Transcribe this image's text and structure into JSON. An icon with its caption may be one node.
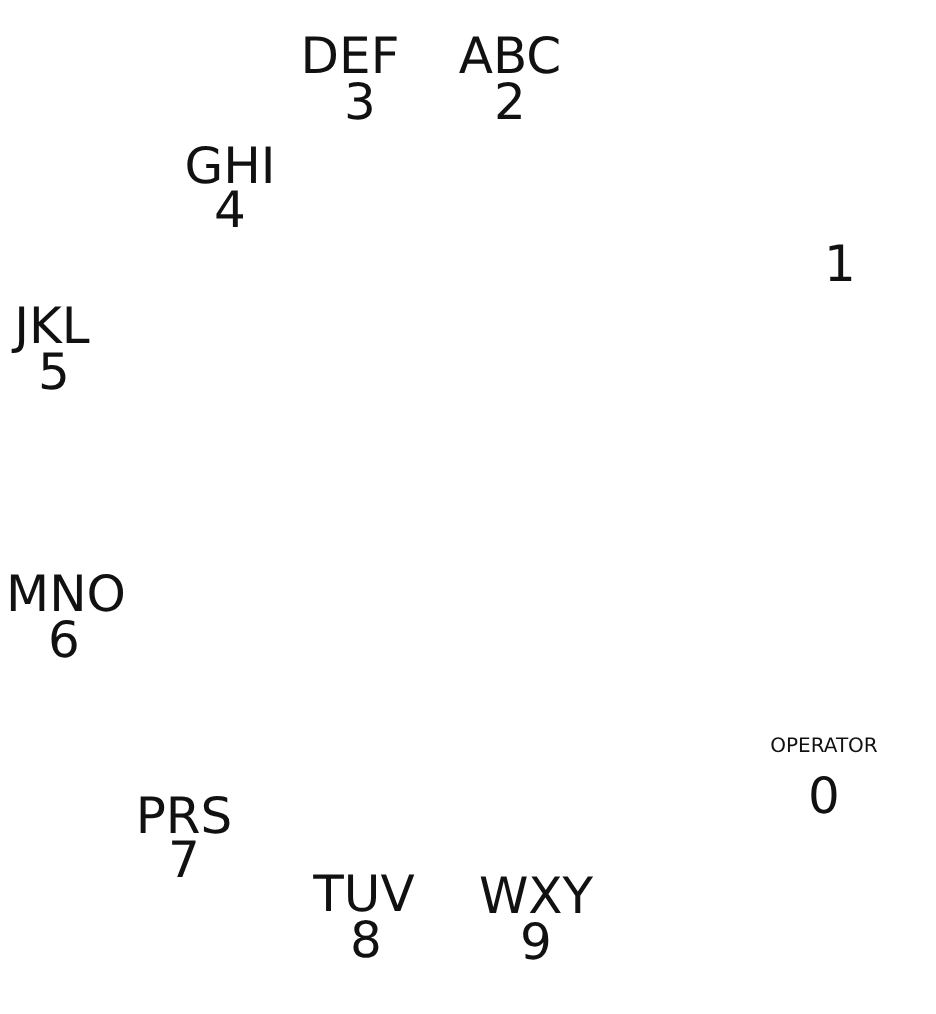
{
  "diagram": {
    "labels": [
      "DEF",
      "3",
      "ABC",
      "2",
      "GHI",
      "4",
      "1",
      "JKL",
      "5",
      "MNO",
      "6",
      "PRS",
      "7",
      "OPERATOR",
      "0",
      "TUV",
      "8",
      "WXY",
      "9"
    ]
  }
}
